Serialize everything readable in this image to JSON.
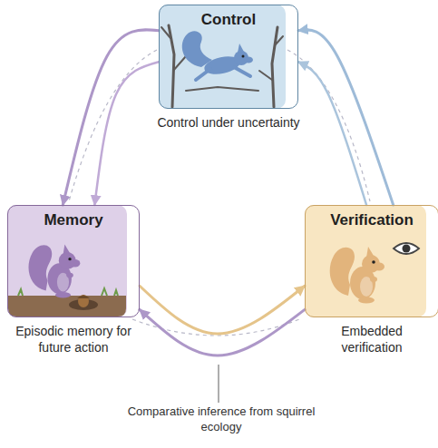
{
  "diagram": {
    "nodes": [
      {
        "text": [
          "Control",
          "Control under uncertainty"
        ]
      },
      {
        "text": [
          "Memory",
          "Episodic memory for future action"
        ]
      },
      {
        "text": [
          "Verification",
          "Embedded verification"
        ]
      }
    ],
    "edges": [
      {
        "from": 0,
        "to": 1,
        "arrow": "to"
      },
      {
        "from": 0,
        "to": 1,
        "arrow": "to"
      },
      {
        "from": 2,
        "to": 0,
        "arrow": "to"
      },
      {
        "from": 2,
        "to": 0,
        "arrow": "to"
      },
      {
        "from": 1,
        "to": 2,
        "arrow": "to"
      },
      {
        "from": 2,
        "to": 1,
        "arrow": "to"
      }
    ],
    "labels": [
      "Comparative inference from squirrel ecology"
    ]
  }
}
